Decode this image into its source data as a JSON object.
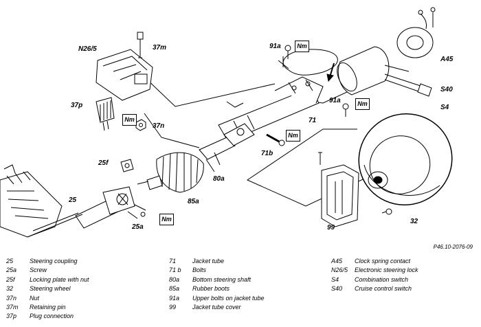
{
  "callouts": {
    "n26_5": "N26/5",
    "n37m": "37m",
    "n37p": "37p",
    "n37n": "37n",
    "n25f": "25f",
    "n25": "25",
    "n25a": "25a",
    "n85a": "85a",
    "n80a": "80a",
    "n71": "71",
    "n71b": "71b",
    "n91a_top": "91a",
    "n91a_mid": "91a",
    "n99": "99",
    "n32": "32",
    "a45": "A45",
    "s40": "S40",
    "s4": "S4"
  },
  "torque_badge": "Nm",
  "figure_ref": "P46.10-2076-09",
  "legend": {
    "col1": [
      {
        "code": "25",
        "text": "Steering coupling"
      },
      {
        "code": "25a",
        "text": "Screw"
      },
      {
        "code": "25f",
        "text": "Locking plate with nut"
      },
      {
        "code": "32",
        "text": "Steering wheel"
      },
      {
        "code": "37n",
        "text": "Nut"
      },
      {
        "code": "37m",
        "text": "Retaining pin"
      },
      {
        "code": "37p",
        "text": "Plug connection"
      }
    ],
    "col2": [
      {
        "code": "71",
        "text": "Jacket tube"
      },
      {
        "code": "71 b",
        "text": "Bolts"
      },
      {
        "code": "80a",
        "text": "Bottom steering shaft"
      },
      {
        "code": "85a",
        "text": "Rubber boots"
      },
      {
        "code": "91a",
        "text": "Upper bolts on jacket tube"
      },
      {
        "code": "99",
        "text": "Jacket tube cover"
      }
    ],
    "col3": [
      {
        "code": "A45",
        "text": "Clock spring contact"
      },
      {
        "code": "N26/5",
        "text": "Electronic steering lock"
      },
      {
        "code": "S4",
        "text": "Combination switch"
      },
      {
        "code": "S40",
        "text": "Cruise control switch"
      }
    ]
  }
}
